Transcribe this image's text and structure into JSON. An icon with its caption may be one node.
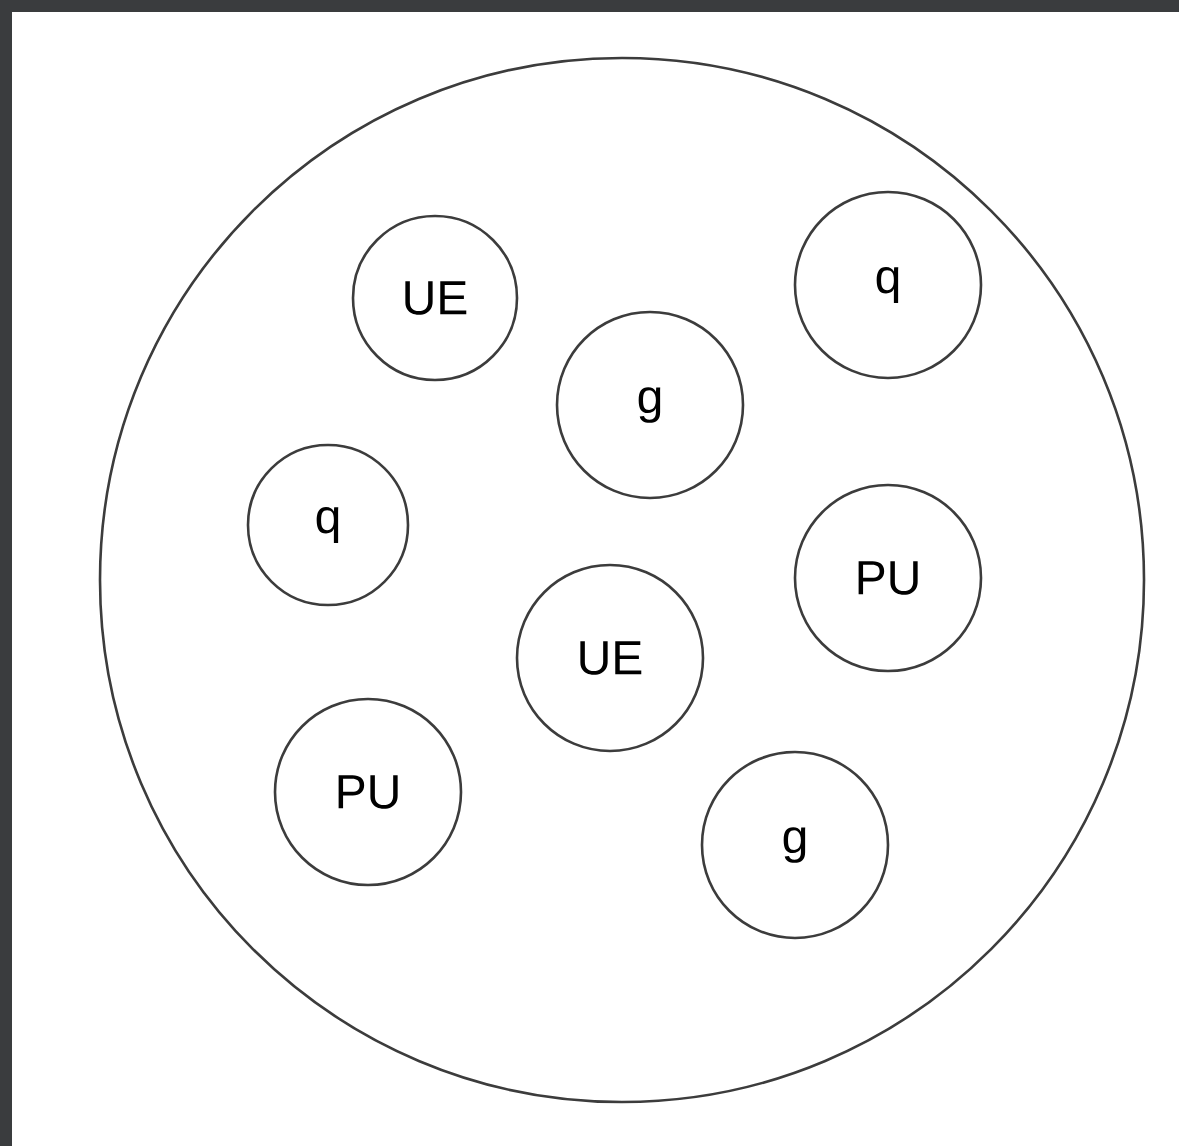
{
  "diagram": {
    "nodes": [
      {
        "text": [],
        "shape": "circle"
      },
      {
        "text": [
          "UE"
        ],
        "in": 0
      },
      {
        "text": [
          "q"
        ],
        "in": 0
      },
      {
        "text": [
          "g"
        ],
        "in": 0
      },
      {
        "text": [
          "q"
        ],
        "in": 0
      },
      {
        "text": [
          "PU"
        ],
        "in": 0
      },
      {
        "text": [
          "UE"
        ],
        "in": 0
      },
      {
        "text": [
          "PU"
        ],
        "in": 0
      },
      {
        "text": [
          "g"
        ],
        "in": 0
      }
    ]
  }
}
